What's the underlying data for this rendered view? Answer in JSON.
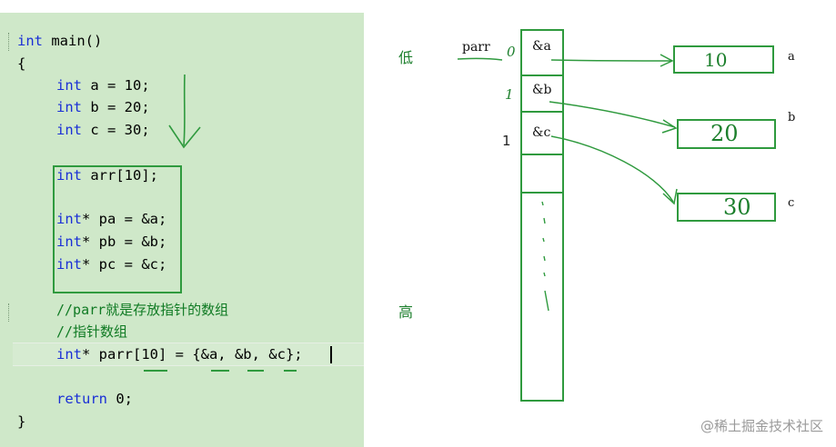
{
  "code": {
    "lines": {
      "l1_kw": "int",
      "l1_rest": " main()",
      "l2": "{",
      "l3_kw": "int",
      "l3_rest": " a = 10;",
      "l4_kw": "int",
      "l4_rest": " b = 20;",
      "l5_kw": "int",
      "l5_rest": " c = 30;",
      "l6_kw": "int",
      "l6_rest": " arr[10];",
      "l7_kw": "int",
      "l7_rest": "* pa = &a;",
      "l8_kw": "int",
      "l8_rest": "* pb = &b;",
      "l9_kw": "int",
      "l9_rest": "* pc = &c;",
      "l10": "//parr就是存放指针的数组",
      "l11": "//指针数组",
      "l12_kw": "int",
      "l12_rest": "* parr[10] = {&a, &b, &c};",
      "l13_kw": "return",
      "l13_rest": " 0;",
      "l14": "}"
    }
  },
  "diagram": {
    "low_label": "低",
    "high_label": "高",
    "array_name": "parr",
    "indices": [
      "0",
      "1",
      "1"
    ],
    "cells": [
      "&a",
      "&b",
      "&c"
    ],
    "boxes": [
      {
        "value": "10",
        "name": "a"
      },
      {
        "value": "20",
        "name": "b"
      },
      {
        "value": "30",
        "name": "c"
      }
    ]
  },
  "watermark": "@稀土掘金技术社区",
  "colors": {
    "code_background": "#cfe8c9",
    "keyword": "#1a2fd6",
    "comment": "#0f7a23",
    "annotation_green": "#2f9a3e"
  }
}
